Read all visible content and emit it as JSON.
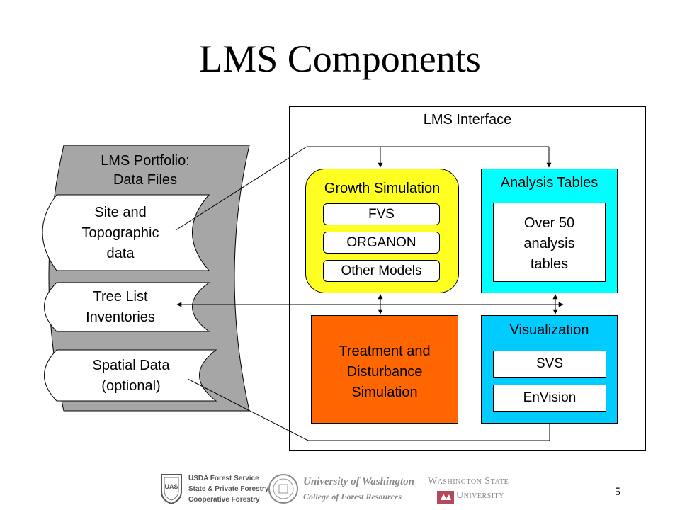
{
  "slide": {
    "title": "LMS Components",
    "page_number": "5"
  },
  "interface": {
    "label": "LMS Interface"
  },
  "portfolio": {
    "title_line1": "LMS Portfolio:",
    "title_line2": "Data Files",
    "items": [
      {
        "line1": "Site and",
        "line2": "Topographic",
        "line3": "data"
      },
      {
        "line1": "Tree List",
        "line2": "Inventories"
      },
      {
        "line1": "Spatial Data",
        "line2": "(optional)"
      }
    ]
  },
  "growth": {
    "label": "Growth Simulation",
    "items": [
      "FVS",
      "ORGANON",
      "Other Models"
    ],
    "color": "#ffff22"
  },
  "analysis": {
    "label": "Analysis Tables",
    "inner_line1": "Over 50",
    "inner_line2": "analysis",
    "inner_line3": "tables",
    "color": "#00ffff"
  },
  "treatment": {
    "line1": "Treatment and",
    "line2": "Disturbance",
    "line3": "Simulation",
    "color": "#ff6600"
  },
  "visualization": {
    "label": "Visualization",
    "items": [
      "SVS",
      "EnVision"
    ],
    "color": "#00ccff"
  },
  "footer": {
    "usfs_line1": "USDA Forest Service",
    "usfs_line2": "State & Private Forestry",
    "usfs_line3": "Cooperative Forestry",
    "uw_line1": "University of Washington",
    "uw_line2": "College of Forest Resources",
    "wsu_line1": "Washington State",
    "wsu_line2": "University",
    "usfs_badge": "UAS"
  }
}
